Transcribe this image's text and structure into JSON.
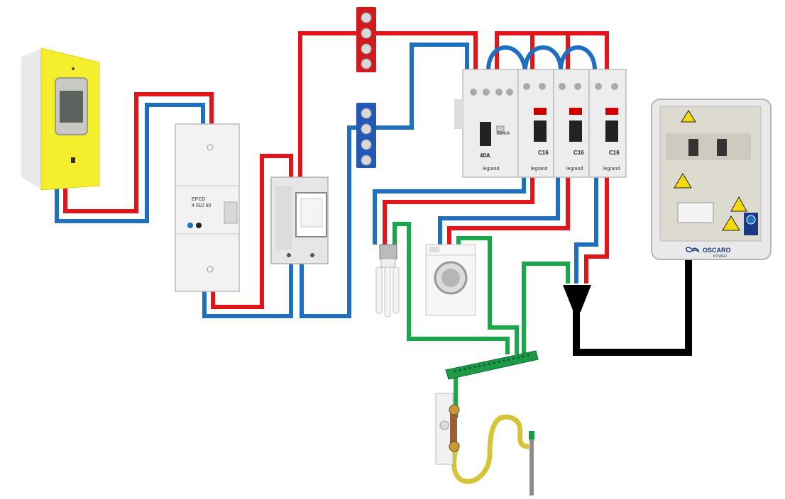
{
  "colors": {
    "phase": "#e3151b",
    "neutral": "#1f6fc0",
    "earth": "#17a84a",
    "earth_cable": "#d4c437",
    "dc_cable": "#000000",
    "meter_yellow": "#f4ee2c"
  },
  "labels": {
    "main_breaker_brand": "EPCD",
    "main_breaker_ref": "4 010 60",
    "rcd_rating": "40A",
    "rcd_sensitivity": "30mA",
    "mcb_rating": "C16",
    "device_brand": "legrand",
    "inverter_brand": "OSCARO",
    "inverter_sub": "POWER"
  },
  "icons": {
    "lightbulb": "cfl-bulb-icon",
    "washing_machine": "washing-machine-icon",
    "solar_box": "solar-junction-box",
    "ground_rod": "earth-rod-icon",
    "warning": "warning-triangle-icon",
    "info": "info-circle-icon"
  }
}
